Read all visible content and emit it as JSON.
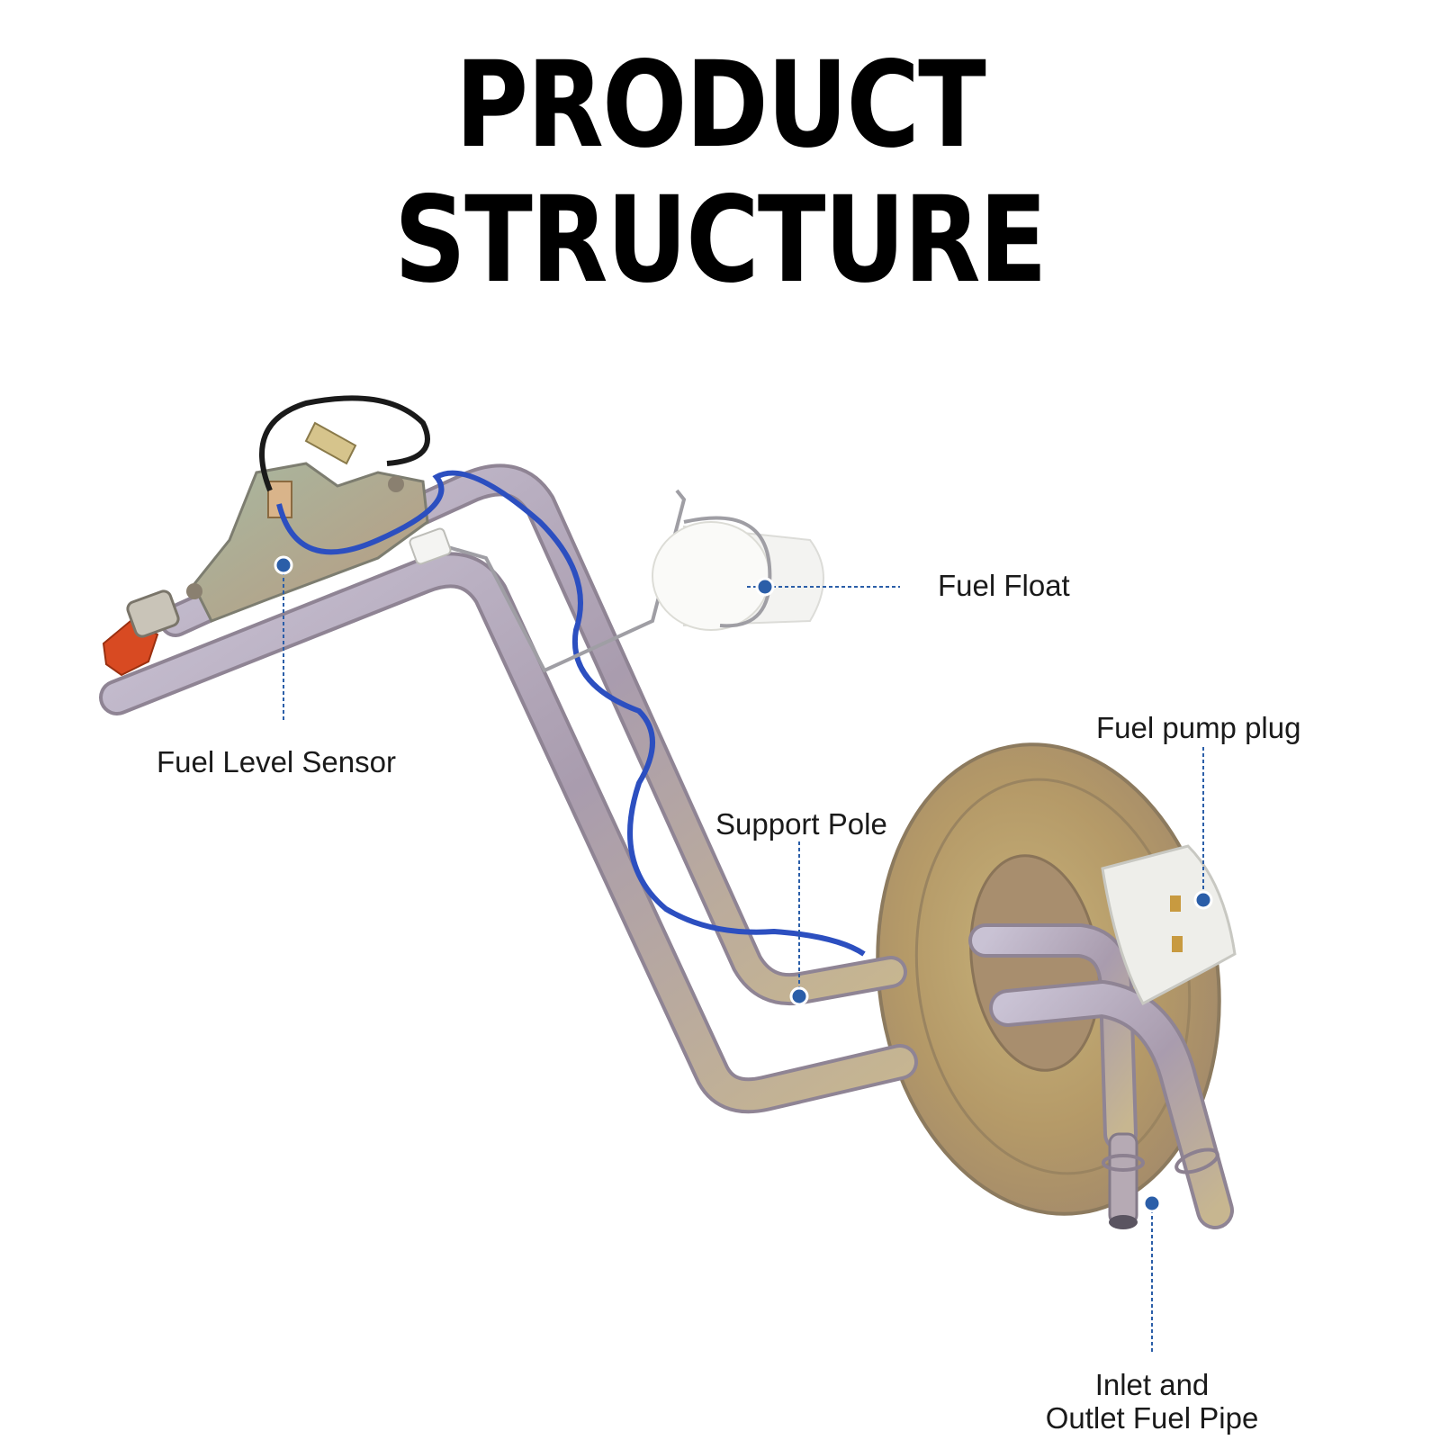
{
  "title": "PRODUCT STRUCTURE",
  "labels": {
    "fuel_float": "Fuel Float",
    "fuel_pump_plug": "Fuel pump plug",
    "fuel_level_sensor": "Fuel Level Sensor",
    "support_pole": "Support Pole",
    "inlet_outlet_line1": "Inlet and",
    "inlet_outlet_line2": "Outlet Fuel Pipe"
  },
  "colors": {
    "callout": "#2b5ea8",
    "pipe": "#b8a9b8",
    "wire_blue": "#2c4fc0",
    "flange": "#b8a070",
    "plug": "#eeeeea",
    "red_cap": "#d84a22"
  }
}
